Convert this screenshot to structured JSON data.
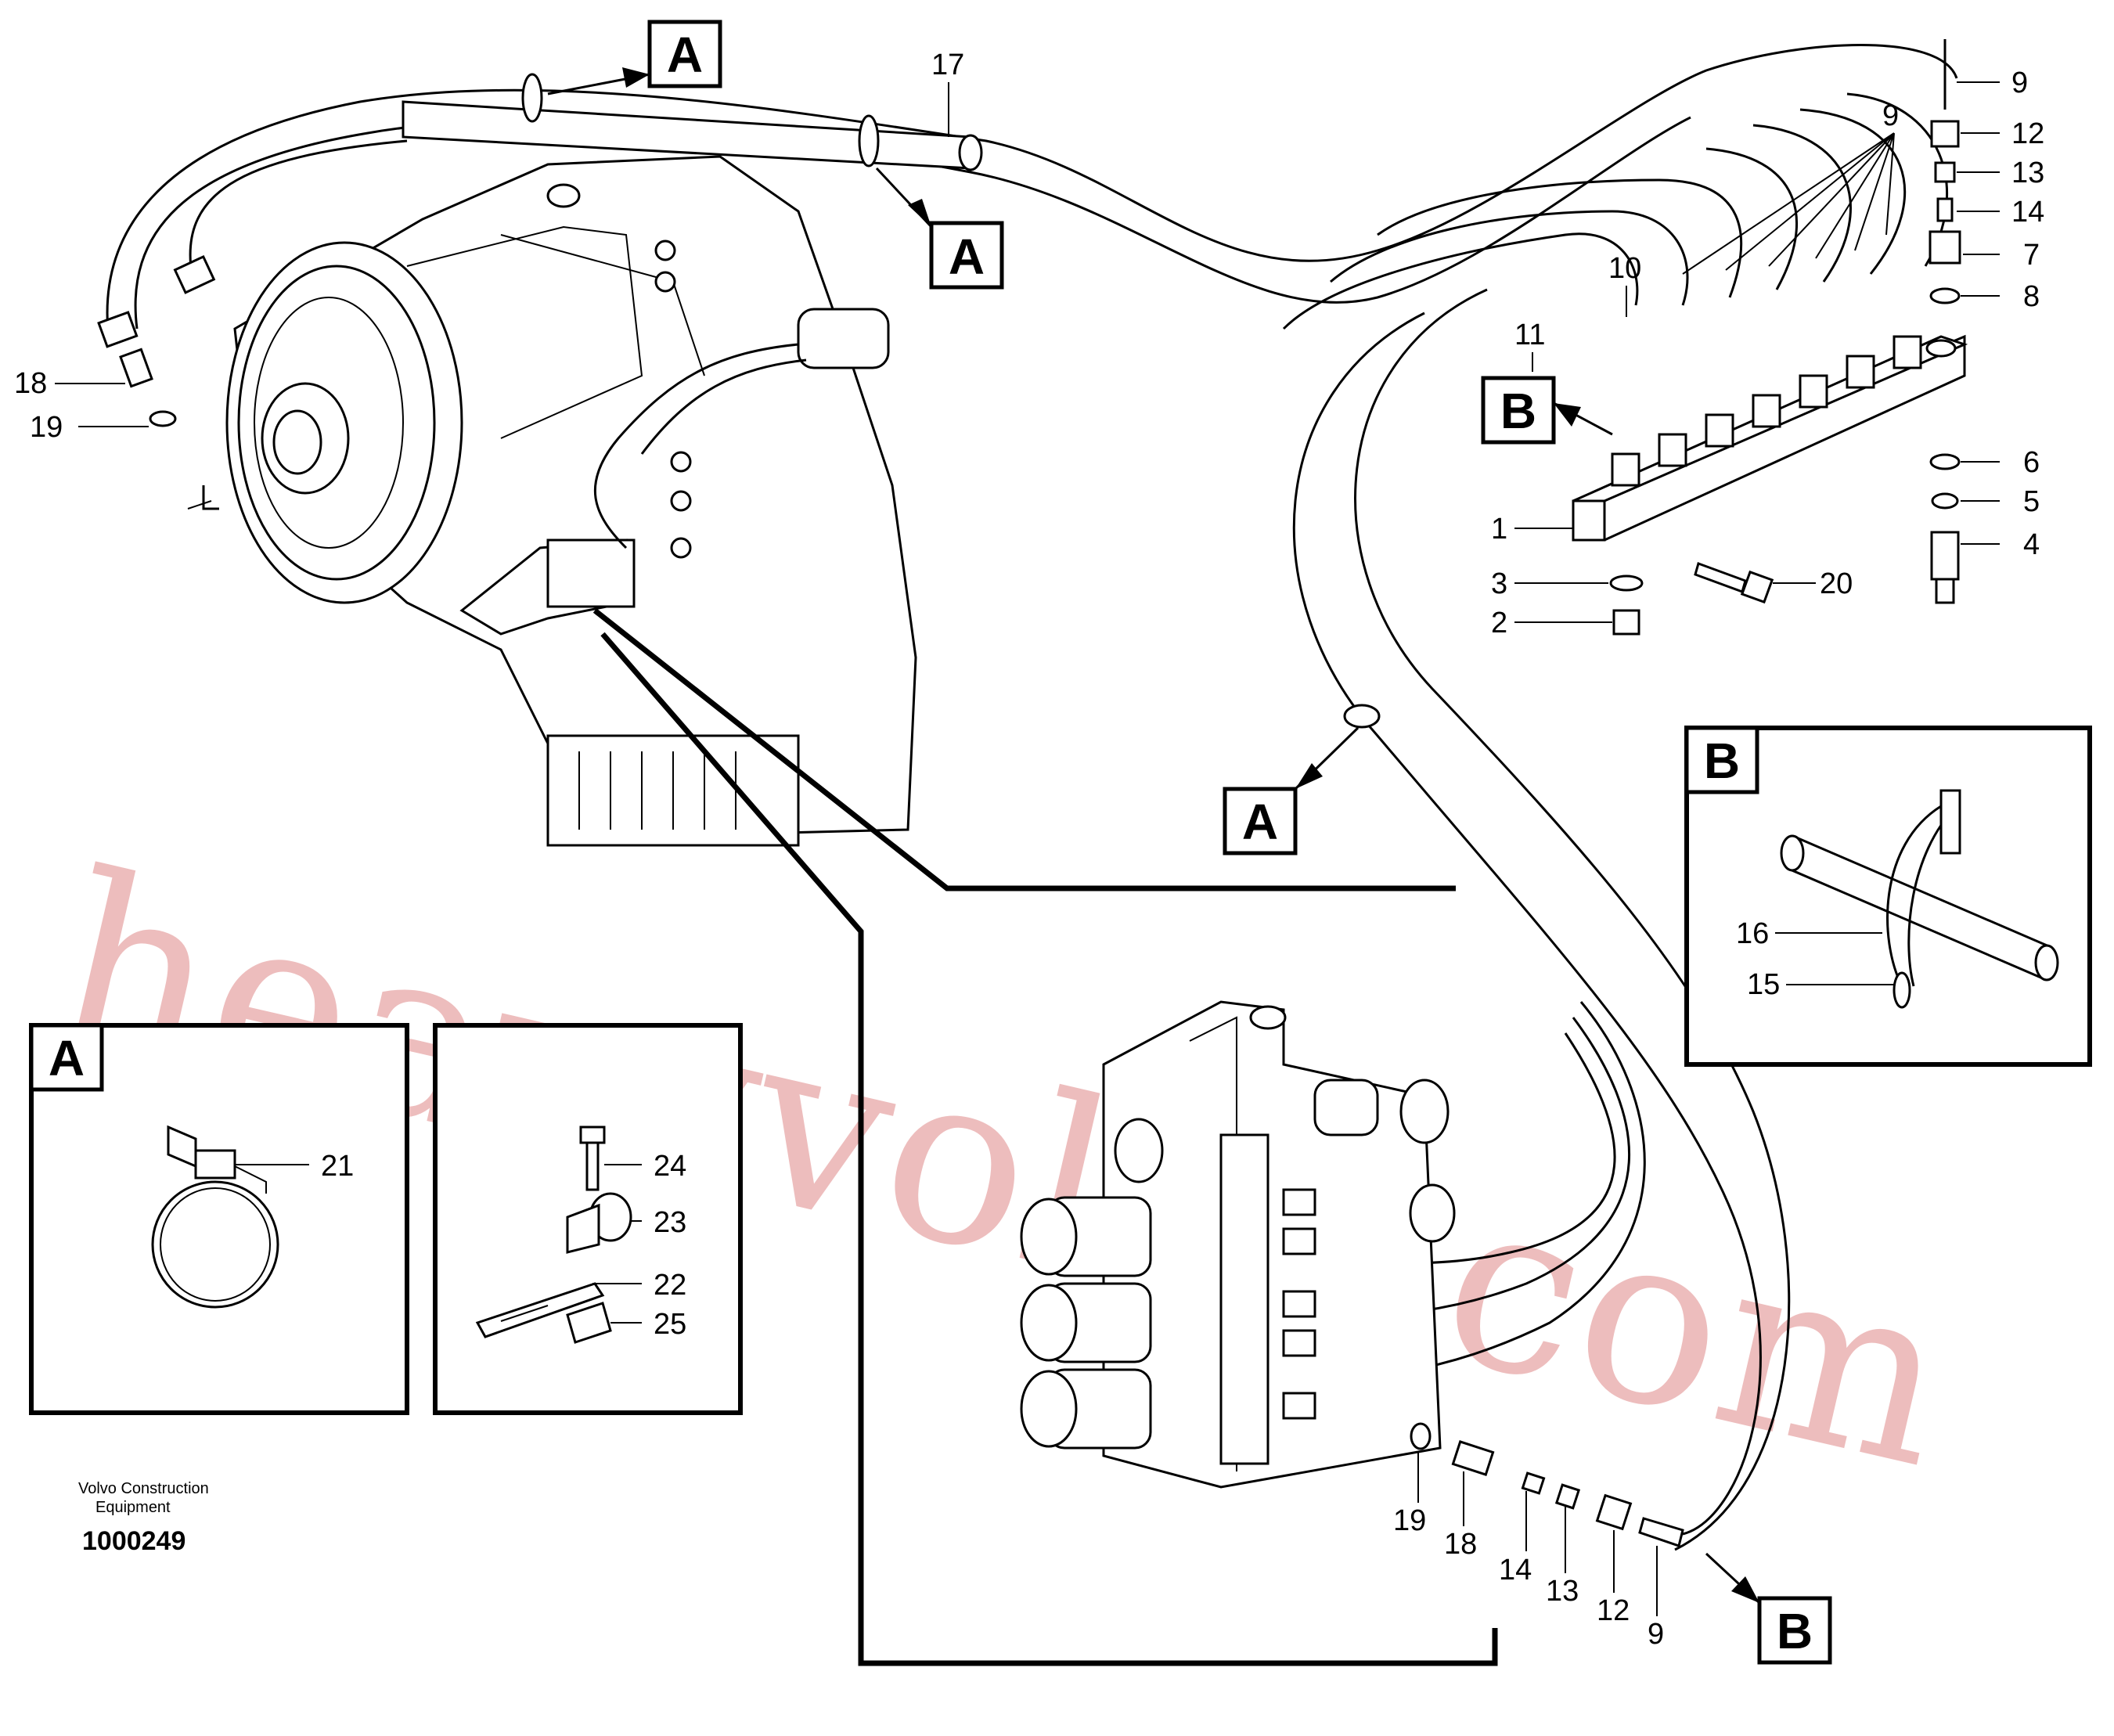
{
  "watermark": "heavyvolvo.com",
  "footer": {
    "line1": "Volvo Construction",
    "line2": "Equipment",
    "doc_number": "1000249"
  },
  "view_labels": {
    "a": "A",
    "b": "B"
  },
  "callouts": {
    "n1": "1",
    "n2": "2",
    "n3": "3",
    "n4": "4",
    "n5": "5",
    "n6": "6",
    "n7": "7",
    "n8": "8",
    "n9": "9",
    "n10": "10",
    "n11": "11",
    "n12": "12",
    "n13": "13",
    "n14": "14",
    "n15": "15",
    "n16": "16",
    "n17": "17",
    "n18": "18",
    "n19": "19",
    "n20": "20",
    "n21": "21",
    "n22": "22",
    "n23": "23",
    "n24": "24",
    "n25": "25"
  }
}
